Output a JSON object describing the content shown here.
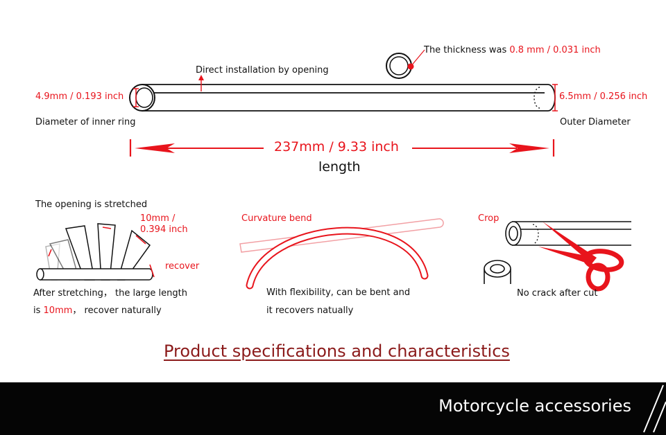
{
  "top": {
    "thickness_prefix": "The thickness was ",
    "thickness_value": "0.8 mm / 0.031 inch",
    "opening_label": "Direct installation by opening",
    "inner_dim": "4.9mm / 0.193 inch",
    "inner_label": "Diameter of inner ring",
    "outer_dim": "6.5mm / 0.256 inch",
    "outer_label": "Outer Diameter",
    "length_value": "237mm / 9.33 inch",
    "length_label": "length"
  },
  "stretch": {
    "title": "The opening is stretched",
    "dim_line1": "10mm /",
    "dim_line2": "0.394 inch",
    "recover": "recover",
    "caption_line1": "After stretching， the large length",
    "caption_prefix": "is ",
    "caption_value": "10mm",
    "caption_suffix": "， recover naturally"
  },
  "bend": {
    "title": "Curvature bend",
    "caption_line1": "With flexibility, can be bent and",
    "caption_line2": "it recovers natually"
  },
  "crop": {
    "title": "Crop",
    "caption": "No crack after cut"
  },
  "section_title": "Product specifications and characteristics",
  "footer_text": "Motorcycle accessories",
  "colors": {
    "accent": "#e8141c",
    "title": "#8b1a1a",
    "footer_bg": "#050505"
  }
}
